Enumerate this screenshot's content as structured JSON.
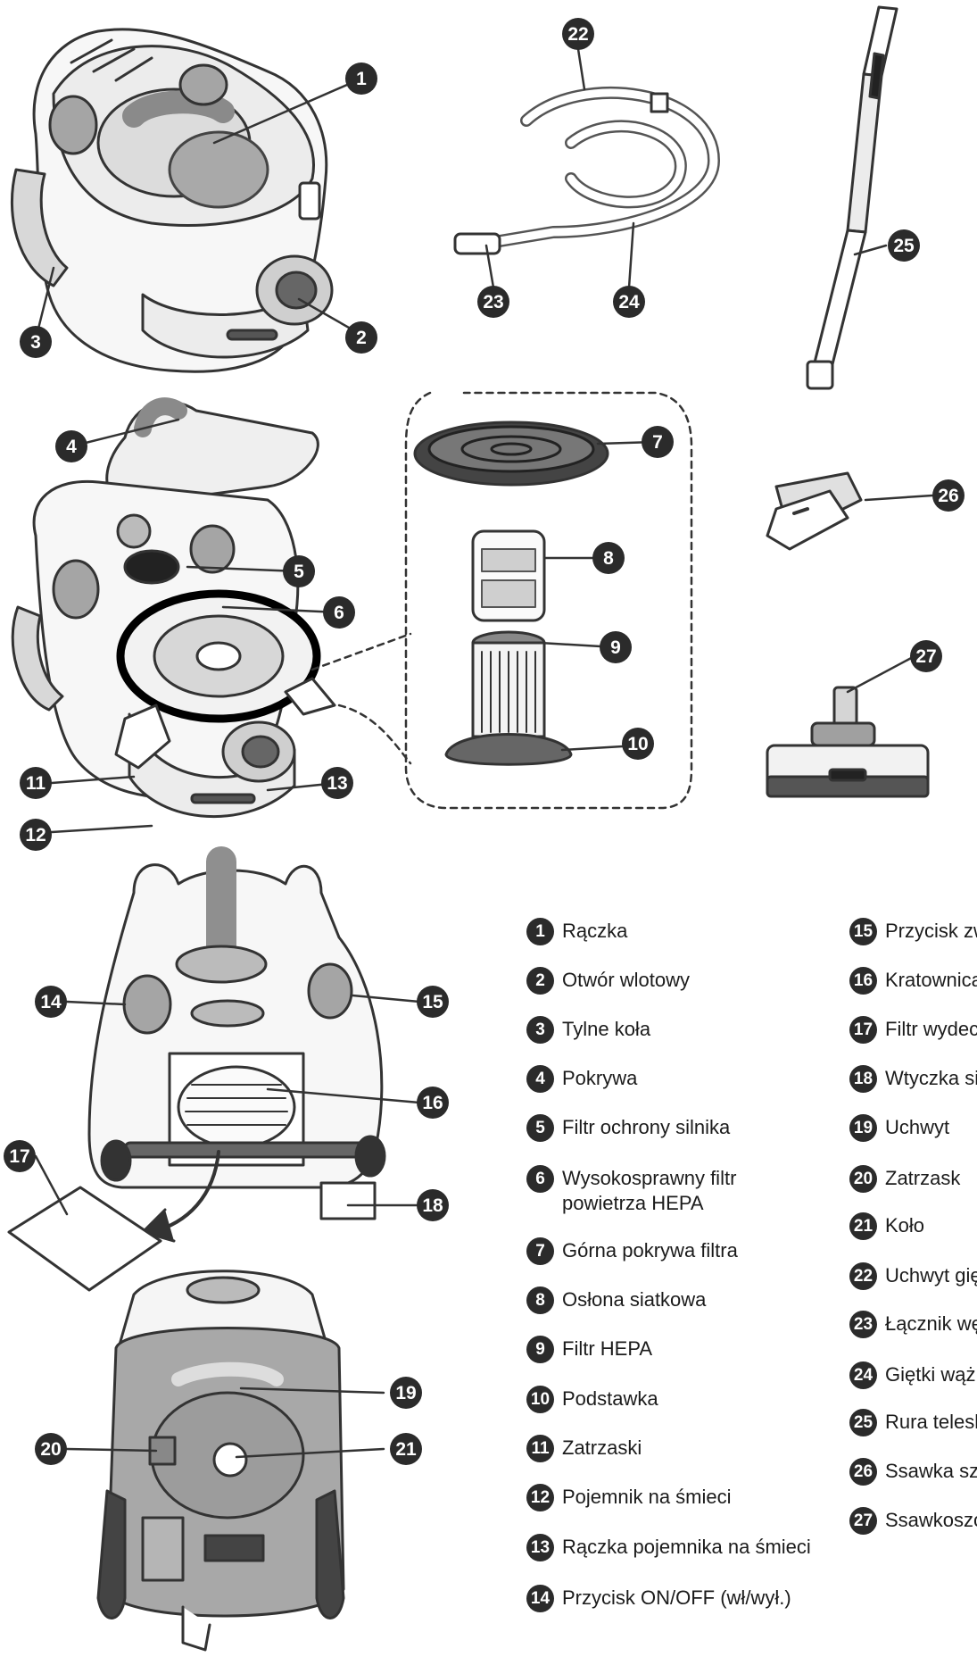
{
  "callouts": [
    "1",
    "2",
    "3",
    "4",
    "5",
    "6",
    "7",
    "8",
    "9",
    "10",
    "11",
    "12",
    "13",
    "14",
    "15",
    "16",
    "17",
    "18",
    "19",
    "20",
    "21",
    "22",
    "23",
    "24",
    "25",
    "26",
    "27"
  ],
  "legend_left": [
    {
      "num": "1",
      "text": "Rączka"
    },
    {
      "num": "2",
      "text": "Otwór wlotowy"
    },
    {
      "num": "3",
      "text": " Tylne koła"
    },
    {
      "num": "4",
      "text": "Pokrywa"
    },
    {
      "num": "5",
      "text": "Filtr ochrony silnika"
    },
    {
      "num": "6",
      "text": "Wysokosprawny filtr",
      "text2": "powietrza HEPA"
    },
    {
      "num": "7",
      "text": "Górna pokrywa filtra"
    },
    {
      "num": "8",
      "text": "Osłona siatkowa"
    },
    {
      "num": "9",
      "text": "Filtr HEPA"
    },
    {
      "num": "10",
      "text": "Podstawka"
    },
    {
      "num": "11",
      "text": "Zatrzaski"
    },
    {
      "num": "12",
      "text": "Pojemnik na śmieci"
    },
    {
      "num": "13",
      "text": "Rączka pojemnika na śmieci"
    },
    {
      "num": "14",
      "text": "Przycisk ON/OFF (wł/wył.)"
    }
  ],
  "legend_right": [
    {
      "num": "15",
      "text": "Przycisk zwi"
    },
    {
      "num": "16",
      "text": "Kratownica"
    },
    {
      "num": "17",
      "text": "Filtr wydech"
    },
    {
      "num": "18",
      "text": "Wtyczka sie"
    },
    {
      "num": "19",
      "text": "Uchwyt"
    },
    {
      "num": "20",
      "text": "Zatrzask"
    },
    {
      "num": "21",
      "text": "Koło"
    },
    {
      "num": "22",
      "text": "Uchwyt gięt"
    },
    {
      "num": "23",
      "text": "Łącznik węż"
    },
    {
      "num": "24",
      "text": "Giętki wąż"
    },
    {
      "num": "25",
      "text": "Rura telesko"
    },
    {
      "num": "26",
      "text": "Ssawka szcz"
    },
    {
      "num": "27",
      "text": "Ssawkoszcz"
    }
  ]
}
